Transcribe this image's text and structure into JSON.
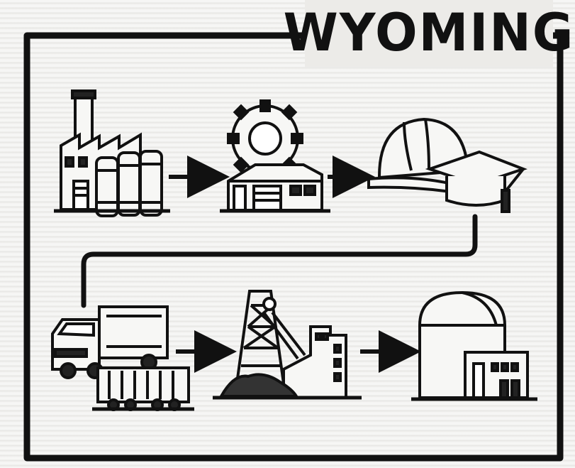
{
  "title": "WYOMING",
  "steps": [
    {
      "id": "factory",
      "icon": "factory-with-tanks-icon"
    },
    {
      "id": "gear-plant",
      "icon": "gear-manufacturing-plant-icon"
    },
    {
      "id": "workforce",
      "icon": "hard-hat-graduation-cap-icon"
    },
    {
      "id": "transport",
      "icon": "truck-and-railcar-icon"
    },
    {
      "id": "mining",
      "icon": "mine-headframe-processing-plant-icon"
    },
    {
      "id": "nuclear",
      "icon": "nuclear-reactor-dome-icon"
    }
  ],
  "colors": {
    "ink": "#111111",
    "background": "#ecebe8"
  }
}
